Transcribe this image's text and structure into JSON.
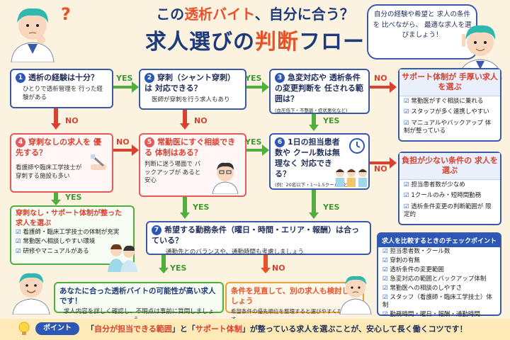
{
  "header": {
    "title_pre": "この",
    "title_hl": "透析バイト",
    "title_post": "、自分に合う？",
    "subtitle_pre": "求人選びの",
    "subtitle_hl": "判断",
    "subtitle_post": "フロー",
    "qmark": "?",
    "bubble": "自分の経験や希望と 求人の条件を 比べながら、 最適な求人を選びましょう！"
  },
  "steps": {
    "s1": {
      "num": "1",
      "title": "透析の経験は十分？",
      "sub": "ひとりで透析管理を 行った経験がある"
    },
    "s2": {
      "num": "2",
      "title": "穿刺（シャント穿刺）は 対応できる？",
      "sub": "医師が穿刺を行う求人もあり"
    },
    "s3": {
      "num": "3",
      "title": "急変対応や 透析条件の変更判断を 任される範囲は？",
      "sub": "(血圧低下・不整脈・症状悪化など)"
    },
    "s4": {
      "num": "4",
      "title": "穿刺なしの求人を 優先する？",
      "sub": "看護師や臨床工学技士が 穿刺する施設も多い"
    },
    "s5": {
      "num": "5",
      "title": "常勤医にすぐ相談できる 体制はある？",
      "sub": "判断に迷う場面で バックアップが あると安心"
    },
    "s6": {
      "num": "6",
      "title": "1日の担当患者数や クール数は無理なく 対応できる？",
      "sub": "(例：20名以下・1〜1.5クールなど)"
    },
    "s7": {
      "num": "7",
      "title": "希望する勤務条件（曜日・時間・エリア・報酬）は合っている？",
      "sub": "通勤先とのバランスや、通勤時間も考慮しましょう"
    }
  },
  "labels": {
    "yes": "YES",
    "no": "NO"
  },
  "support": {
    "title": "サポート体制が 手厚い求人を選ぶ",
    "items": [
      "常勤医がすぐ相談に乗れる",
      "スタッフが多く連携しやすい",
      "マニュアルやバックアップ 体制が整っている"
    ]
  },
  "light": {
    "title": "負担が少ない条件の 求人を選ぶ",
    "items": [
      "担当患者数が少なめ",
      "1クールのみ・短時間勤務",
      "透析条件変更の判断範囲が 限定的"
    ]
  },
  "nopuncture": {
    "title": "穿刺なし・サポート体制が整った 求人を選ぶ",
    "items": [
      "看護師・臨床工学技士の体制が充実",
      "常勤医へ相談しやすい環境",
      "研修やマニュアルがある"
    ]
  },
  "checklist": {
    "title": "求人を比較するときのチェックポイント",
    "items": [
      "担当患者数・クール数",
      "穿刺の有無",
      "透析条件の変更範囲",
      "急変対応の範囲とバックアップ体制",
      "常勤医への相談のしやすさ",
      "スタッフ（看護師・臨床工学技士）体制",
      "勤務時間・曜日・報酬・通勤時間"
    ]
  },
  "results": {
    "good_title": "あなたに合った透析バイトの可能性が高い求人です！",
    "good_sub": "求人内容を詳しく確認し、不明点は事前に質問しましょう。",
    "review_title": "条件を見直して、別の求人も検討しましょう",
    "review_sub": "希望条件の優先順位を整理すると選びやすくなります。"
  },
  "point": {
    "label": "ポイント",
    "text_1": "「",
    "hl_1": "自分が担当できる範囲",
    "text_2": "」と「",
    "hl_2": "サポート体制",
    "text_3": "」が整っている求人を選ぶことが、安心して長く働くコツです！"
  },
  "colors": {
    "navy": "#1f3a7a",
    "accent": "#e8522a",
    "yes": "#3d9a2c",
    "no": "#d8412f",
    "box_border": "#3a5aa8"
  }
}
